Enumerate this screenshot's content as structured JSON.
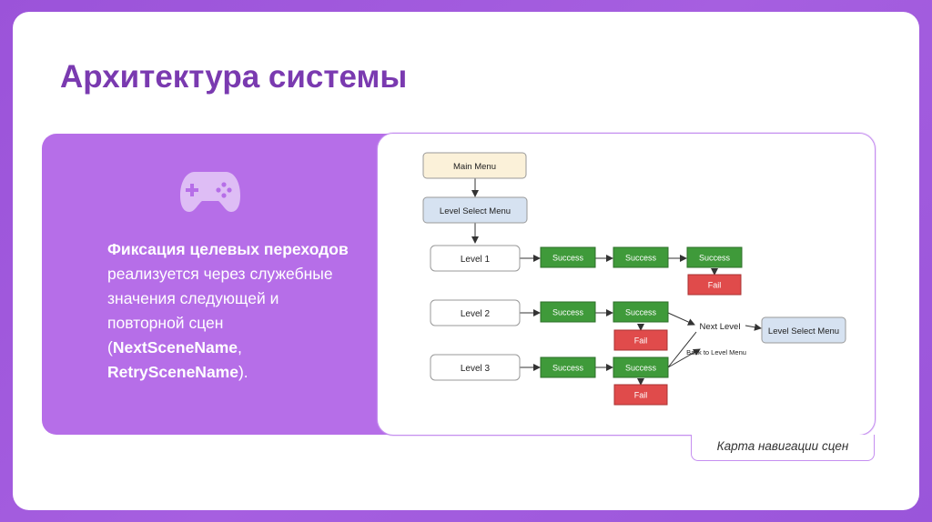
{
  "slide": {
    "title": "Архитектура системы",
    "desc_bold_1": "Фиксация целевых переходов",
    "desc_text_1": " реализуется через служебные значения следующей и повторной сцен (",
    "desc_bold_2": "NextSceneName",
    "desc_text_2": ", ",
    "desc_bold_3": "RetrySceneName",
    "desc_text_3": ").",
    "caption": "Карта навигации сцен",
    "icon": "gamepad-icon"
  },
  "diagram": {
    "main_menu": "Main Menu",
    "level_select": "Level Select Menu",
    "level1": "Level 1",
    "level2": "Level 2",
    "level3": "Level 3",
    "success": "Success",
    "fail": "Fail",
    "next_level": "Next Level",
    "back_to_level_menu": "Back to Level Menu",
    "level_select_target": "Level Select Menu"
  },
  "colors": {
    "accent": "#7a3ab0",
    "card": "#b66ee8",
    "success": "#3f9a3a",
    "fail": "#e04b4b",
    "main_menu_fill": "#fbf1d9",
    "level_select_fill": "#d6e2f1"
  }
}
